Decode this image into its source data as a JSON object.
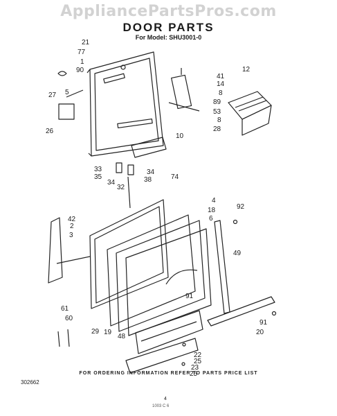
{
  "watermark": "AppliancePartsPros.com",
  "title": "DOOR PARTS",
  "subtitle": "For Model: SHU3001-0",
  "footer_note": "FOR ORDERING INFORMATION REFER TO PARTS PRICE LIST",
  "drawing_code": "302662",
  "page_number": "4",
  "stamp": "1003 C 6",
  "callouts": [
    "21",
    "77",
    "1",
    "90",
    "27",
    "5",
    "26",
    "12",
    "41",
    "14",
    "8",
    "89",
    "53",
    "8",
    "28",
    "10",
    "33",
    "35",
    "34",
    "32",
    "34",
    "38",
    "74",
    "4",
    "18",
    "6",
    "92",
    "42",
    "2",
    "3",
    "49",
    "91",
    "61",
    "60",
    "29",
    "19",
    "48",
    "91",
    "20",
    "22",
    "25",
    "23",
    "25"
  ]
}
